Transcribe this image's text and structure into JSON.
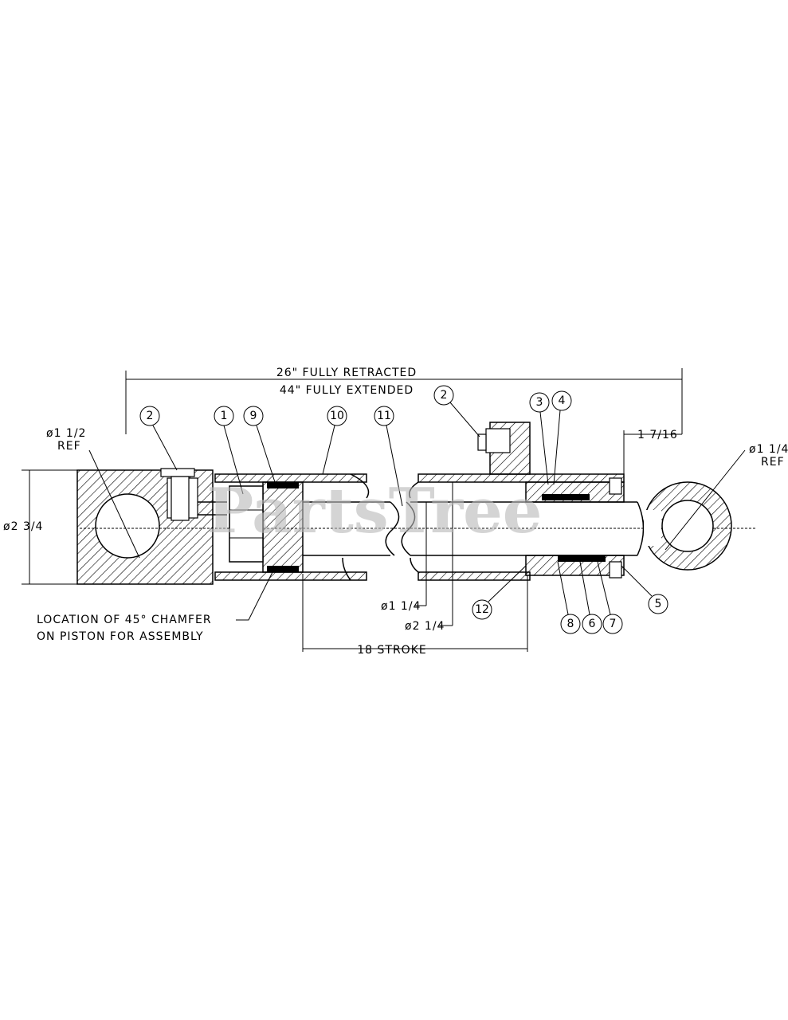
{
  "dimensions": {
    "overall_retracted": "26\" FULLY RETRACTED",
    "overall_extended": "44\" FULLY EXTENDED",
    "pin_dia_left": "ø1 1/2",
    "pin_dia_left_ref": "REF",
    "body_dia": "ø2 3/4",
    "end_offset": "1 7/16",
    "pin_dia_right": "ø1 1/4",
    "pin_dia_right_ref": "REF",
    "rod_dia": "ø1 1/4",
    "bore_dia": "ø2 1/4",
    "stroke": "18 STROKE"
  },
  "note": {
    "line1": "LOCATION OF 45° CHAMFER",
    "line2": "ON PISTON FOR ASSEMBLY"
  },
  "callouts": [
    "2",
    "1",
    "9",
    "10",
    "11",
    "2",
    "3",
    "4",
    "5",
    "12",
    "8",
    "6",
    "7"
  ],
  "watermark": "PartsTree"
}
